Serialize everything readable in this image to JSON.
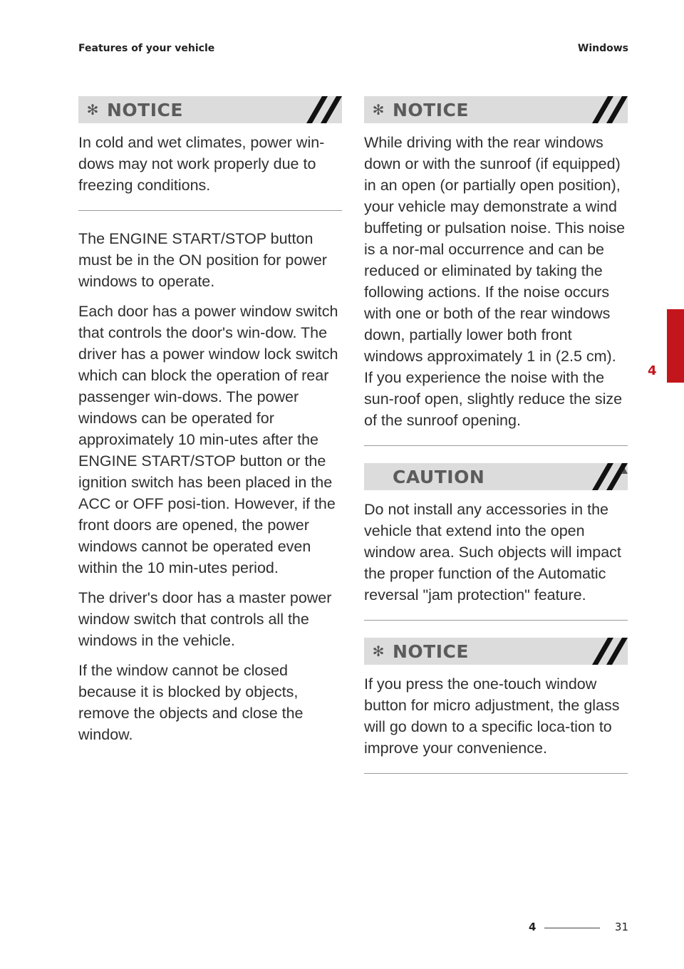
{
  "header": {
    "left": "Features of your vehicle",
    "right": "Windows"
  },
  "left_column": {
    "notice": {
      "title": "NOTICE",
      "text": "In cold and wet climates, power win-dows may not work properly due to freezing conditions."
    },
    "paragraphs": [
      "The ENGINE START/STOP button must be in the ON position for power windows to operate.",
      "Each door has a power window switch that controls the door's win-dow. The driver has a power window lock switch which can block the operation of rear passenger win-dows. The power windows can be operated for approximately 10 min-utes after the ENGINE START/STOP button or the ignition switch has been placed in the ACC or OFF posi-tion. However, if the front doors are opened, the power windows cannot be operated even within the 10 min-utes period.",
      "The driver's door has a master power window switch that controls all the windows in the vehicle.",
      "If the window cannot be closed because it is blocked by objects, remove the objects and close the window."
    ]
  },
  "right_column": {
    "notice1": {
      "title": "NOTICE",
      "text": "While driving with the rear windows down or with the sunroof (if equipped) in an open (or partially open position), your vehicle may demonstrate a wind buffeting or pulsation noise. This noise is a nor-mal occurrence and can be reduced or eliminated by taking the following actions. If the noise occurs with one or both of the rear windows down, partially lower both front windows approximately 1 in (2.5 cm). If you experience the noise with the sun-roof open, slightly reduce the size of the sunroof opening."
    },
    "caution": {
      "title": "CAUTION",
      "text": "Do not install any accessories in the vehicle that extend into the open window area. Such objects will impact the proper function of the Automatic reversal \"jam protection\" feature."
    },
    "notice2": {
      "title": "NOTICE",
      "text": "If you press the one-touch window button for micro adjustment, the glass will go down to a specific loca-tion to improve your convenience."
    }
  },
  "side_tab": {
    "chapter": "4",
    "color": "#c3161c"
  },
  "footer": {
    "chapter": "4",
    "page": "31"
  }
}
